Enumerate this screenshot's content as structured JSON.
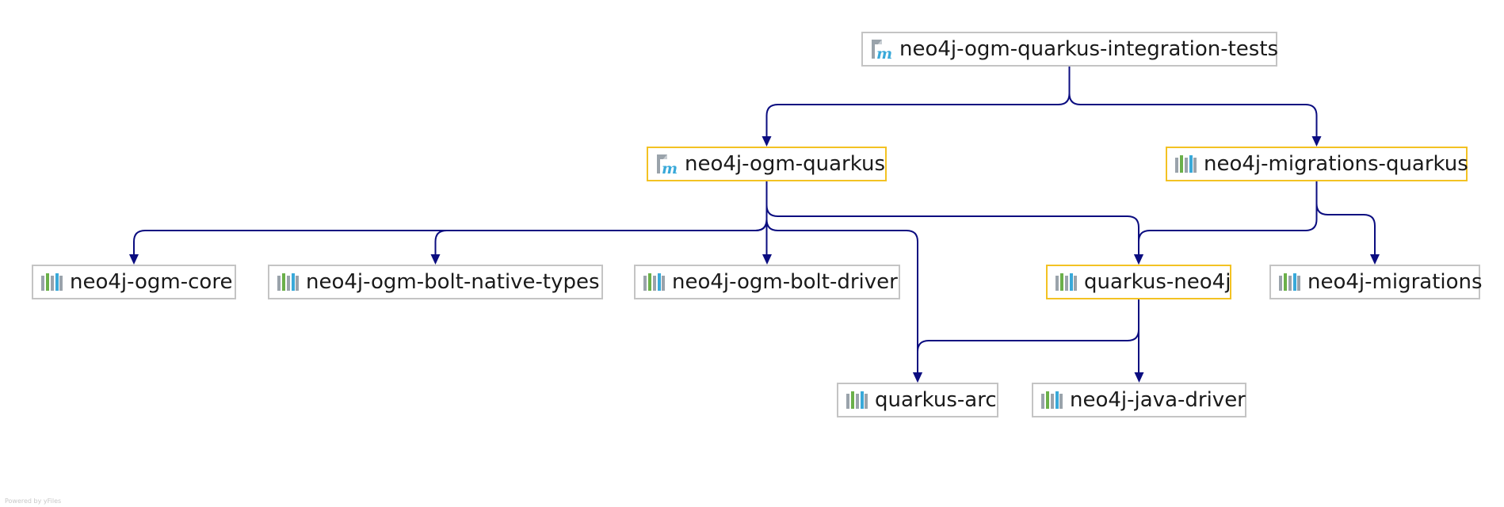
{
  "nodes": [
    {
      "id": "it",
      "label": "neo4j-ogm-quarkus-integration-tests",
      "icon": "maven-module-icon",
      "highlight": false
    },
    {
      "id": "oq",
      "label": "neo4j-ogm-quarkus",
      "icon": "maven-module-icon",
      "highlight": true
    },
    {
      "id": "mq",
      "label": "neo4j-migrations-quarkus",
      "icon": "library-icon",
      "highlight": true
    },
    {
      "id": "core",
      "label": "neo4j-ogm-core",
      "icon": "library-icon",
      "highlight": false
    },
    {
      "id": "bnt",
      "label": "neo4j-ogm-bolt-native-types",
      "icon": "library-icon",
      "highlight": false
    },
    {
      "id": "bd",
      "label": "neo4j-ogm-bolt-driver",
      "icon": "library-icon",
      "highlight": false
    },
    {
      "id": "qn",
      "label": "quarkus-neo4j",
      "icon": "library-icon",
      "highlight": true
    },
    {
      "id": "mig",
      "label": "neo4j-migrations",
      "icon": "library-icon",
      "highlight": false
    },
    {
      "id": "arc",
      "label": "quarkus-arc",
      "icon": "library-icon",
      "highlight": false
    },
    {
      "id": "jd",
      "label": "neo4j-java-driver",
      "icon": "library-icon",
      "highlight": false
    }
  ],
  "edges": [
    {
      "from": "it",
      "to": "oq"
    },
    {
      "from": "it",
      "to": "mq"
    },
    {
      "from": "oq",
      "to": "core"
    },
    {
      "from": "oq",
      "to": "bnt"
    },
    {
      "from": "oq",
      "to": "bd"
    },
    {
      "from": "oq",
      "to": "arc"
    },
    {
      "from": "oq",
      "to": "qn"
    },
    {
      "from": "mq",
      "to": "qn"
    },
    {
      "from": "mq",
      "to": "mig"
    },
    {
      "from": "qn",
      "to": "arc"
    },
    {
      "from": "qn",
      "to": "jd"
    }
  ],
  "colors": {
    "edge": "#0b0d80",
    "highlight_border": "#f3c223",
    "default_border": "#c4c4c4"
  },
  "footer": "Powered by yFiles"
}
